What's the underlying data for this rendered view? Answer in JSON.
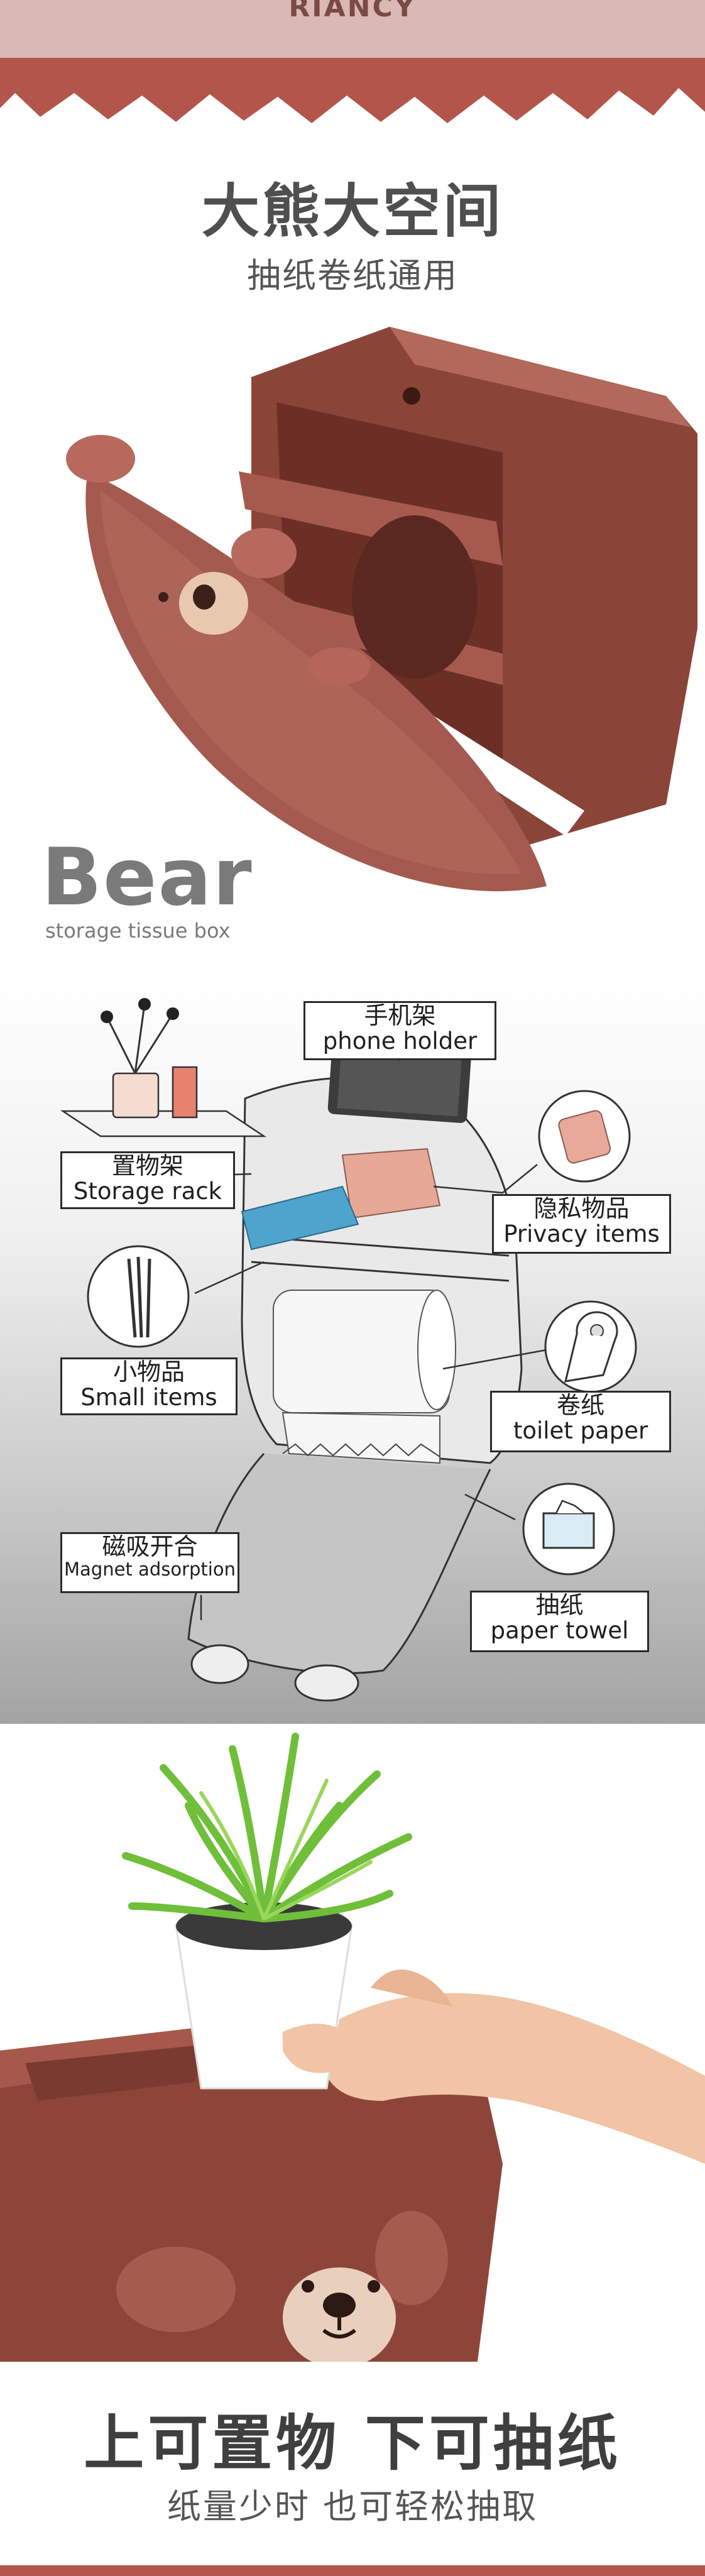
{
  "header": {
    "brand": "RIANCY"
  },
  "section1": {
    "title": "大熊大空间",
    "subtitle": "抽纸卷纸通用",
    "bear_word": "Bear",
    "bear_tagline": "storage tissue box"
  },
  "diagram": {
    "labels": [
      {
        "zh": "手机架",
        "en": "phone holder"
      },
      {
        "zh": "置物架",
        "en": "Storage rack"
      },
      {
        "zh": "隐私物品",
        "en": "Privacy items"
      },
      {
        "zh": "小物品",
        "en": "Small items"
      },
      {
        "zh": "卷纸",
        "en": "toilet paper"
      },
      {
        "zh": "磁吸开合",
        "en": "Magnet adsorption"
      },
      {
        "zh": "抽纸",
        "en": "paper towel"
      }
    ]
  },
  "section3": {
    "title": "上可置物 下可抽纸",
    "subtitle": "纸量少时 也可轻松抽取"
  },
  "colors": {
    "band": "#d9b8b5",
    "product": "#9b5247",
    "accent": "#b3554a",
    "title": "#4f4f4f"
  }
}
